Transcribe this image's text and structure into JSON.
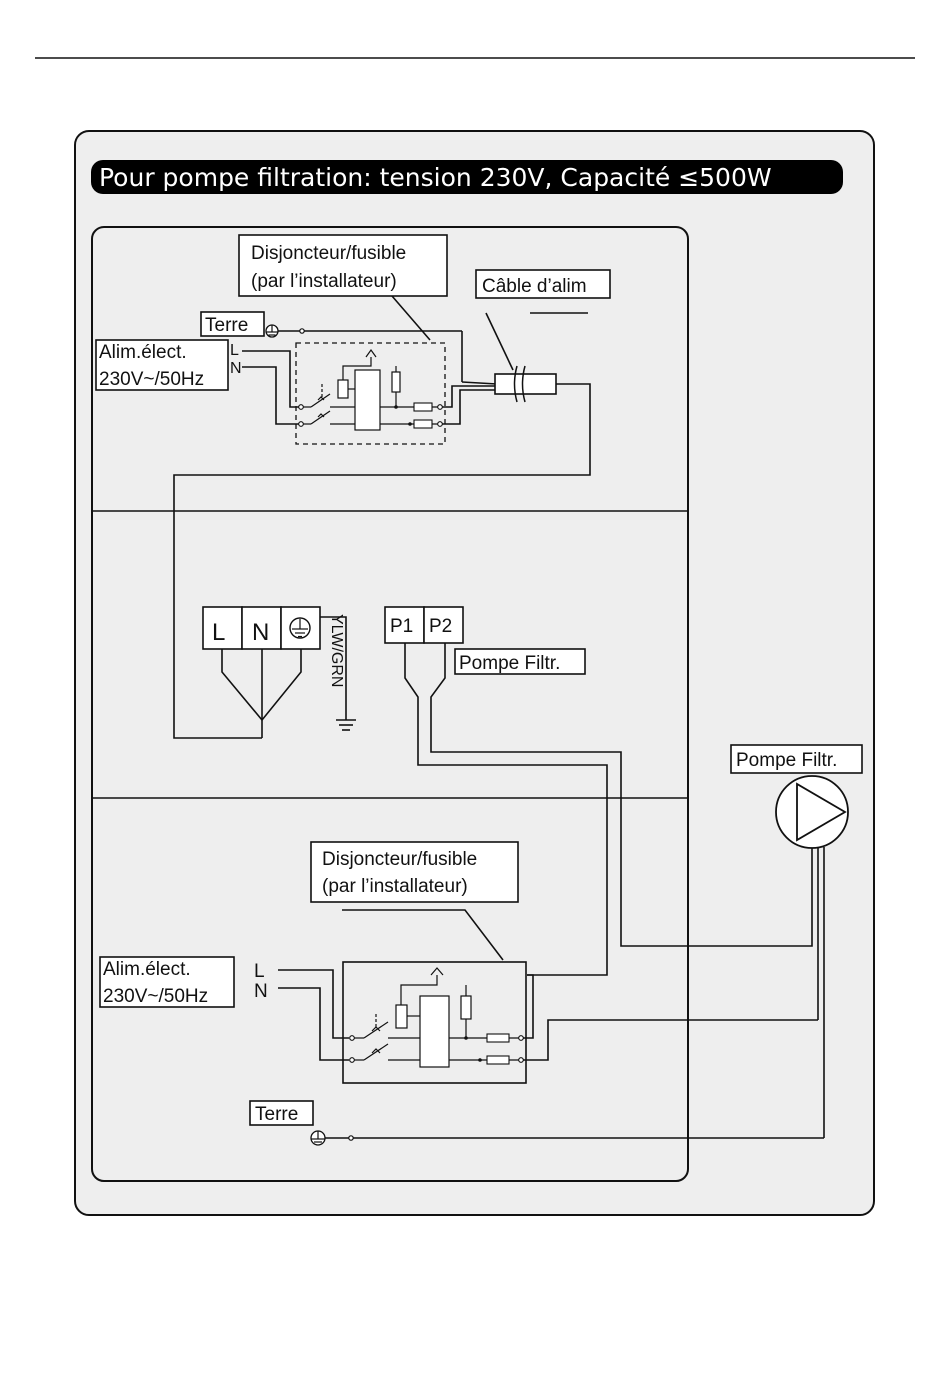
{
  "title": "Pour pompe filtration: tension 230V, Capacité ≤500W",
  "top_section": {
    "breaker_label_line1": "Disjoncteur/fusible",
    "breaker_label_line2": "(par l’installateur)",
    "cable_label": "Câble d’alim",
    "earth_label": "Terre",
    "supply_label_line1": "Alim.élect.",
    "supply_label_line2": "230V~/50Hz",
    "l_label": "L",
    "n_label": "N"
  },
  "middle_section": {
    "terminal_l": "L",
    "terminal_n": "N",
    "ground_wire_label": "YLW/GRN",
    "terminal_p1": "P1",
    "terminal_p2": "P2",
    "pump_label": "Pompe Filtr."
  },
  "pump": {
    "label": "Pompe Filtr."
  },
  "bottom_section": {
    "breaker_label_line1": "Disjoncteur/fusible",
    "breaker_label_line2": "(par l’installateur)",
    "supply_label_line1": "Alim.élect.",
    "supply_label_line2": "230V~/50Hz",
    "l_label": "L",
    "n_label": "N",
    "earth_label": "Terre"
  },
  "colors": {
    "panel_bg": "#eeeeee",
    "ink": "#111111",
    "title_bg": "#000000",
    "title_text": "#ffffff"
  }
}
